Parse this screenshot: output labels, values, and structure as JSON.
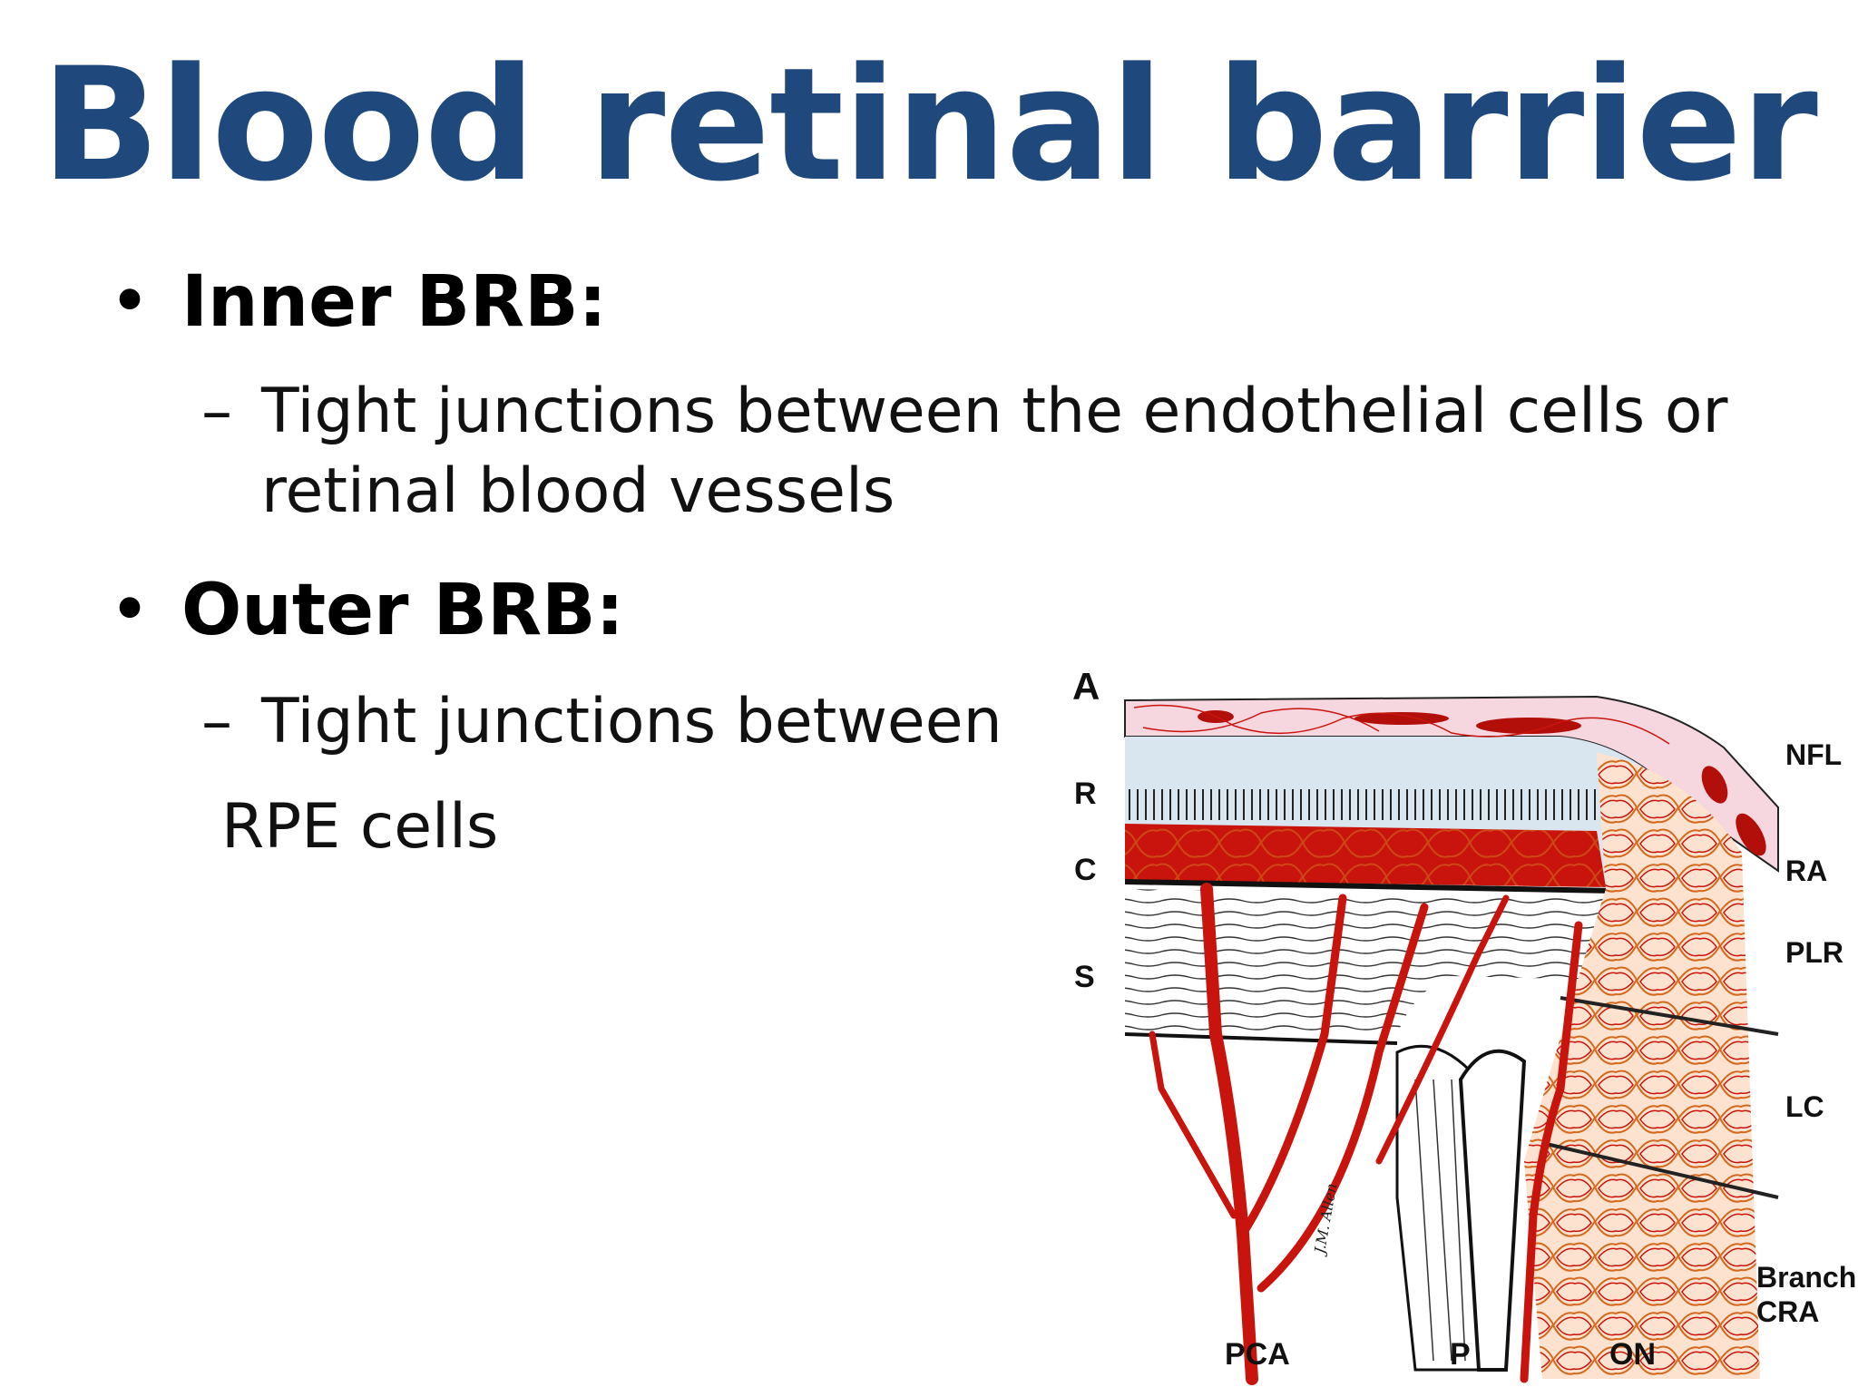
{
  "slide": {
    "title": "Blood retinal barrier",
    "bullets": [
      {
        "marker": "•",
        "heading": "Inner BRB:",
        "sub": {
          "marker": "–",
          "line1": "Tight junctions between the endothelial cells or",
          "line2": "retinal blood vessels"
        }
      },
      {
        "marker": "•",
        "heading": "Outer BRB:",
        "sub": {
          "marker": "–",
          "line1": "Tight junctions between",
          "line2": "RPE cells"
        }
      }
    ]
  },
  "figure": {
    "panel_label": "A",
    "left_labels": [
      "R",
      "C",
      "S"
    ],
    "right_labels": [
      "NFL",
      "RA",
      "PLR",
      "LC",
      "Branch,",
      "CRA"
    ],
    "bottom_labels": [
      "PCA",
      "P",
      "ON"
    ],
    "signature": "J.M. Allen",
    "colors": {
      "vessel": "#c8140c",
      "tissue_pink": "#f6d6df",
      "outline": "#222222",
      "retina_blue": "#d9e6f0"
    }
  }
}
